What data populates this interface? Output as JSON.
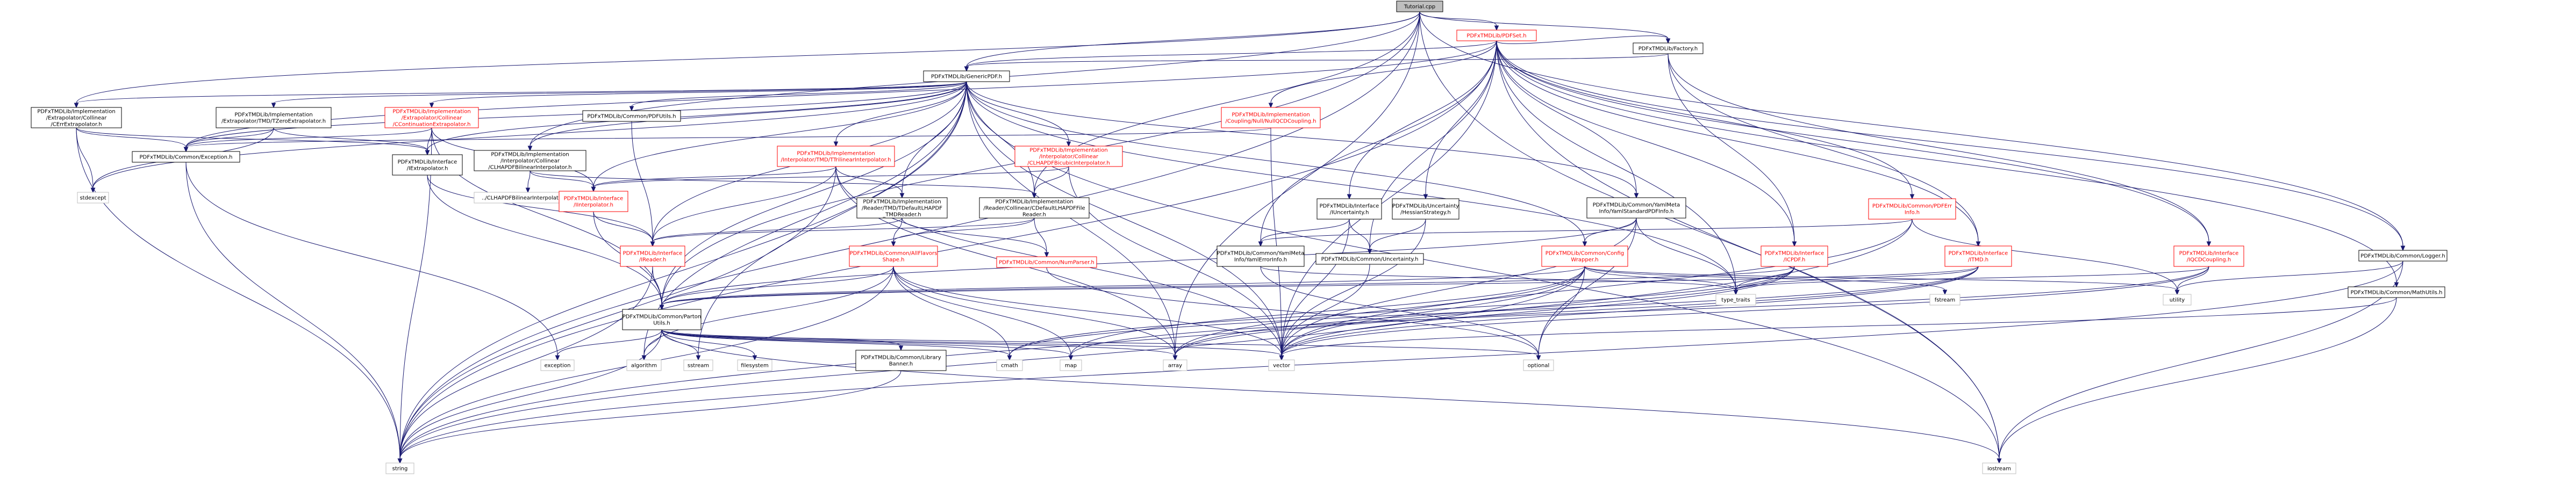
{
  "diagram": {
    "nodes": [
      {
        "id": "tutorial",
        "lines": [
          "Tutorial.cpp"
        ],
        "style": "root"
      },
      {
        "id": "pdfset",
        "lines": [
          "PDFxTMDLib/PDFSet.h"
        ],
        "style": "red"
      },
      {
        "id": "factory",
        "lines": [
          "PDFxTMDLib/Factory.h"
        ],
        "style": "normal"
      },
      {
        "id": "genericpdf",
        "lines": [
          "PDFxTMDLib/GenericPDF.h"
        ],
        "style": "normal"
      },
      {
        "id": "cerr",
        "lines": [
          "PDFxTMDLib/Implementation",
          "/Extrapolator/Collinear",
          "/CErrExtrapolator.h"
        ],
        "style": "normal"
      },
      {
        "id": "tmdzero",
        "lines": [
          "PDFxTMDLib/Implementation",
          "/Extrapolator/TMD/TZeroExtrapolator.h"
        ],
        "style": "normal"
      },
      {
        "id": "contextrap",
        "lines": [
          "PDFxTMDLib/Implementation",
          "/Extrapolator/Collinear",
          "/CContinuationExtrapolator.h"
        ],
        "style": "red"
      },
      {
        "id": "pdfutils",
        "lines": [
          "PDFxTMDLib/Common/PDFUtils.h"
        ],
        "style": "normal"
      },
      {
        "id": "nullcoupling",
        "lines": [
          "PDFxTMDLib/Implementation",
          "/Coupling/Null/NullQCDCoupling.h"
        ],
        "style": "red"
      },
      {
        "id": "clhapdfbilinear",
        "lines": [
          "PDFxTMDLib/Implementation",
          "/Interpolator/Collinear",
          "/CLHAPDFBilinearInterpolator.h"
        ],
        "style": "normal"
      },
      {
        "id": "tmdtrilinear",
        "lines": [
          "PDFxTMDLib/Implementation",
          "/Interpolator/TMD/TTrilinearInterpolator.h"
        ],
        "style": "red"
      },
      {
        "id": "clhapdfbicubic",
        "lines": [
          "PDFxTMDLib/Implementation",
          "/Interpolator/Collinear",
          "/CLHAPDFBicubicInterpolator.h"
        ],
        "style": "red"
      },
      {
        "id": "exception",
        "lines": [
          "PDFxTMDLib/Common/Exception.h"
        ],
        "style": "normal"
      },
      {
        "id": "iextrapolator",
        "lines": [
          "PDFxTMDLib/Interface",
          "/IExtrapolator.h"
        ],
        "style": "normal"
      },
      {
        "id": "bilineartpp",
        "lines": [
          "../CLHAPDFBilinearInterpolator.tpp"
        ],
        "style": "plain"
      },
      {
        "id": "iinterpolator",
        "lines": [
          "PDFxTMDLib/Interface",
          "/IInterpolator.h"
        ],
        "style": "red"
      },
      {
        "id": "tmdreader",
        "lines": [
          "PDFxTMDLib/Implementation",
          "/Reader/TMD/TDefaultLHAPDF",
          "_TMDReader.h"
        ],
        "style": "normal"
      },
      {
        "id": "cdefaultreader",
        "lines": [
          "PDFxTMDLib/Implementation",
          "/Reader/Collinear/CDefaultLHAPDFFile",
          "Reader.h"
        ],
        "style": "normal"
      },
      {
        "id": "iuncertainty",
        "lines": [
          "PDFxTMDLib/Interface",
          "/IUncertainty.h"
        ],
        "style": "normal"
      },
      {
        "id": "hessian",
        "lines": [
          "PDFxTMDLib/Uncertainty",
          "/HessianStrategy.h"
        ],
        "style": "normal"
      },
      {
        "id": "yamlstd",
        "lines": [
          "PDFxTMDLib/Common/YamlMeta",
          "Info/YamlStandardPDFInfo.h"
        ],
        "style": "normal"
      },
      {
        "id": "pdferr",
        "lines": [
          "PDFxTMDLib/Common/PDFErr",
          "Info.h"
        ],
        "style": "red"
      },
      {
        "id": "ireader",
        "lines": [
          "PDFxTMDLib/Interface",
          "/IReader.h"
        ],
        "style": "red"
      },
      {
        "id": "allflavors",
        "lines": [
          "PDFxTMDLib/Common/AllFlavors",
          "Shape.h"
        ],
        "style": "red"
      },
      {
        "id": "numparser",
        "lines": [
          "PDFxTMDLib/Common/NumParser.h"
        ],
        "style": "red"
      },
      {
        "id": "yamlerror",
        "lines": [
          "PDFxTMDLib/Common/YamlMeta",
          "Info/YamlErrorInfo.h"
        ],
        "style": "normal"
      },
      {
        "id": "uncertainty",
        "lines": [
          "PDFxTMDLib/Common/Uncertainty.h"
        ],
        "style": "normal"
      },
      {
        "id": "configwrapper",
        "lines": [
          "PDFxTMDLib/Common/Config",
          "Wrapper.h"
        ],
        "style": "red"
      },
      {
        "id": "icpdf",
        "lines": [
          "PDFxTMDLib/Interface",
          "/ICPDF.h"
        ],
        "style": "red"
      },
      {
        "id": "itmd",
        "lines": [
          "PDFxTMDLib/Interface",
          "/ITMD.h"
        ],
        "style": "red"
      },
      {
        "id": "iqcdcoupling",
        "lines": [
          "PDFxTMDLib/Interface",
          "/IQCDCoupling.h"
        ],
        "style": "red"
      },
      {
        "id": "logger",
        "lines": [
          "PDFxTMDLib/Common/Logger.h"
        ],
        "style": "normal"
      },
      {
        "id": "mathutils",
        "lines": [
          "PDFxTMDLib/Common/MathUtils.h"
        ],
        "style": "normal"
      },
      {
        "id": "partonutils",
        "lines": [
          "PDFxTMDLib/Common/Parton",
          "Utils.h"
        ],
        "style": "normal"
      },
      {
        "id": "librarybanner",
        "lines": [
          "PDFxTMDLib/Common/Library",
          "Banner.h"
        ],
        "style": "normal"
      },
      {
        "id": "stdexcept",
        "lines": [
          "stdexcept"
        ],
        "style": "plain"
      },
      {
        "id": "string",
        "lines": [
          "string"
        ],
        "style": "plain"
      },
      {
        "id": "exceptionstd",
        "lines": [
          "exception"
        ],
        "style": "plain"
      },
      {
        "id": "algorithm",
        "lines": [
          "algorithm"
        ],
        "style": "plain"
      },
      {
        "id": "sstream",
        "lines": [
          "sstream"
        ],
        "style": "plain"
      },
      {
        "id": "filesystem",
        "lines": [
          "filesystem"
        ],
        "style": "plain"
      },
      {
        "id": "cmath",
        "lines": [
          "cmath"
        ],
        "style": "plain"
      },
      {
        "id": "map",
        "lines": [
          "map"
        ],
        "style": "plain"
      },
      {
        "id": "array",
        "lines": [
          "array"
        ],
        "style": "plain"
      },
      {
        "id": "vector",
        "lines": [
          "vector"
        ],
        "style": "plain"
      },
      {
        "id": "optional",
        "lines": [
          "optional"
        ],
        "style": "plain"
      },
      {
        "id": "typetraits",
        "lines": [
          "type_traits"
        ],
        "style": "plain"
      },
      {
        "id": "fstream",
        "lines": [
          "fstream"
        ],
        "style": "plain"
      },
      {
        "id": "utility",
        "lines": [
          "utility"
        ],
        "style": "plain"
      },
      {
        "id": "iostream",
        "lines": [
          "iostream"
        ],
        "style": "plain"
      }
    ],
    "edges": [
      [
        "tutorial",
        "pdfset"
      ],
      [
        "tutorial",
        "factory"
      ],
      [
        "tutorial",
        "genericpdf"
      ],
      [
        "tutorial",
        "cerr"
      ],
      [
        "tutorial",
        "clhapdfbilinear"
      ],
      [
        "tutorial",
        "cdefaultreader"
      ],
      [
        "tutorial",
        "logger"
      ],
      [
        "tutorial",
        "iostream"
      ],
      [
        "tutorial",
        "string"
      ],
      [
        "tutorial",
        "array"
      ],
      [
        "tutorial",
        "partonutils"
      ],
      [
        "pdfset",
        "factory"
      ],
      [
        "pdfset",
        "genericpdf"
      ],
      [
        "pdfset",
        "nullcoupling"
      ],
      [
        "pdfset",
        "yamlstd"
      ],
      [
        "pdfset",
        "pdferr"
      ],
      [
        "pdfset",
        "iuncertainty"
      ],
      [
        "pdfset",
        "hessian"
      ],
      [
        "pdfset",
        "icpdf"
      ],
      [
        "pdfset",
        "itmd"
      ],
      [
        "pdfset",
        "iqcdcoupling"
      ],
      [
        "pdfset",
        "logger"
      ],
      [
        "pdfset",
        "mathutils"
      ],
      [
        "pdfset",
        "uncertainty"
      ],
      [
        "pdfset",
        "yamlerror"
      ],
      [
        "pdfset",
        "typetraits"
      ],
      [
        "pdfset",
        "vector"
      ],
      [
        "pdfset",
        "iostream"
      ],
      [
        "pdfset",
        "string"
      ],
      [
        "pdfset",
        "exception"
      ],
      [
        "factory",
        "genericpdf"
      ],
      [
        "factory",
        "icpdf"
      ],
      [
        "factory",
        "itmd"
      ],
      [
        "factory",
        "iqcdcoupling"
      ],
      [
        "genericpdf",
        "cerr"
      ],
      [
        "genericpdf",
        "tmdzero"
      ],
      [
        "genericpdf",
        "contextrap"
      ],
      [
        "genericpdf",
        "pdfutils"
      ],
      [
        "genericpdf",
        "clhapdfbilinear"
      ],
      [
        "genericpdf",
        "tmdtrilinear"
      ],
      [
        "genericpdf",
        "clhapdfbicubic"
      ],
      [
        "genericpdf",
        "tmdreader"
      ],
      [
        "genericpdf",
        "cdefaultreader"
      ],
      [
        "genericpdf",
        "yamlstd"
      ],
      [
        "genericpdf",
        "configwrapper"
      ],
      [
        "genericpdf",
        "iextrapolator"
      ],
      [
        "genericpdf",
        "iinterpolator"
      ],
      [
        "genericpdf",
        "ireader"
      ],
      [
        "genericpdf",
        "exception"
      ],
      [
        "genericpdf",
        "partonutils"
      ],
      [
        "genericpdf",
        "stdexcept"
      ],
      [
        "genericpdf",
        "string"
      ],
      [
        "genericpdf",
        "vector"
      ],
      [
        "genericpdf",
        "array"
      ],
      [
        "genericpdf",
        "typetraits"
      ],
      [
        "genericpdf",
        "iostream"
      ],
      [
        "genericpdf",
        "algorithm"
      ],
      [
        "genericpdf",
        "sstream"
      ],
      [
        "cerr",
        "exception"
      ],
      [
        "cerr",
        "iextrapolator"
      ],
      [
        "cerr",
        "stdexcept"
      ],
      [
        "cerr",
        "string"
      ],
      [
        "tmdzero",
        "exception"
      ],
      [
        "tmdzero",
        "iextrapolator"
      ],
      [
        "tmdzero",
        "stdexcept"
      ],
      [
        "contextrap",
        "iextrapolator"
      ],
      [
        "contextrap",
        "iinterpolator"
      ],
      [
        "contextrap",
        "exception"
      ],
      [
        "contextrap",
        "string"
      ],
      [
        "contextrap",
        "partonutils"
      ],
      [
        "pdfutils",
        "ireader"
      ],
      [
        "nullcoupling",
        "exception"
      ],
      [
        "nullcoupling",
        "vector"
      ],
      [
        "clhapdfbilinear",
        "bilineartpp"
      ],
      [
        "clhapdfbilinear",
        "iinterpolator"
      ],
      [
        "clhapdfbilinear",
        "cdefaultreader"
      ],
      [
        "tmdtrilinear",
        "iinterpolator"
      ],
      [
        "tmdtrilinear",
        "tmdreader"
      ],
      [
        "tmdtrilinear",
        "ireader"
      ],
      [
        "tmdtrilinear",
        "string"
      ],
      [
        "tmdtrilinear",
        "vector"
      ],
      [
        "tmdtrilinear",
        "array"
      ],
      [
        "clhapdfbicubic",
        "iinterpolator"
      ],
      [
        "clhapdfbicubic",
        "cdefaultreader"
      ],
      [
        "clhapdfbicubic",
        "vector"
      ],
      [
        "iextrapolator",
        "ireader"
      ],
      [
        "iextrapolator",
        "partonutils"
      ],
      [
        "iinterpolator",
        "ireader"
      ],
      [
        "iinterpolator",
        "partonutils"
      ],
      [
        "tmdreader",
        "ireader"
      ],
      [
        "tmdreader",
        "allflavors"
      ],
      [
        "tmdreader",
        "numparser"
      ],
      [
        "cdefaultreader",
        "ireader"
      ],
      [
        "cdefaultreader",
        "allflavors"
      ],
      [
        "cdefaultreader",
        "numparser"
      ],
      [
        "iuncertainty",
        "uncertainty"
      ],
      [
        "iuncertainty",
        "yamlerror"
      ],
      [
        "iuncertainty",
        "vector"
      ],
      [
        "hessian",
        "uncertainty"
      ],
      [
        "hessian",
        "vector"
      ],
      [
        "yamlstd",
        "configwrapper"
      ],
      [
        "yamlstd",
        "typetraits"
      ],
      [
        "yamlstd",
        "partonutils"
      ],
      [
        "yamlstd",
        "vector"
      ],
      [
        "yamlstd",
        "optional"
      ],
      [
        "pdferr",
        "yamlerror"
      ],
      [
        "pdferr",
        "utility"
      ],
      [
        "pdferr",
        "string"
      ],
      [
        "pdferr",
        "vector"
      ],
      [
        "ireader",
        "partonutils"
      ],
      [
        "ireader",
        "string"
      ],
      [
        "allflavors",
        "partonutils"
      ],
      [
        "allflavors",
        "vector"
      ],
      [
        "allflavors",
        "map"
      ],
      [
        "allflavors",
        "array"
      ],
      [
        "allflavors",
        "algorithm"
      ],
      [
        "allflavors",
        "string"
      ],
      [
        "allflavors",
        "cmath"
      ],
      [
        "numparser",
        "optional"
      ],
      [
        "yamlerror",
        "typetraits"
      ],
      [
        "yamlerror",
        "optional"
      ],
      [
        "uncertainty",
        "vector"
      ],
      [
        "configwrapper",
        "typetraits"
      ],
      [
        "configwrapper",
        "fstream"
      ],
      [
        "configwrapper",
        "optional"
      ],
      [
        "configwrapper",
        "utility"
      ],
      [
        "configwrapper",
        "string"
      ],
      [
        "configwrapper",
        "vector"
      ],
      [
        "configwrapper",
        "map"
      ],
      [
        "configwrapper",
        "array"
      ],
      [
        "configwrapper",
        "partonutils"
      ],
      [
        "icpdf",
        "partonutils"
      ],
      [
        "icpdf",
        "typetraits"
      ],
      [
        "icpdf",
        "vector"
      ],
      [
        "icpdf",
        "array"
      ],
      [
        "icpdf",
        "cmath"
      ],
      [
        "itmd",
        "partonutils"
      ],
      [
        "itmd",
        "typetraits"
      ],
      [
        "itmd",
        "vector"
      ],
      [
        "itmd",
        "array"
      ],
      [
        "itmd",
        "cmath"
      ],
      [
        "iqcdcoupling",
        "utility"
      ],
      [
        "iqcdcoupling",
        "typetraits"
      ],
      [
        "iqcdcoupling",
        "vector"
      ],
      [
        "iqcdcoupling",
        "map"
      ],
      [
        "logger",
        "iostream"
      ],
      [
        "logger",
        "utility"
      ],
      [
        "logger",
        "string"
      ],
      [
        "mathutils",
        "vector"
      ],
      [
        "mathutils",
        "iostream"
      ],
      [
        "partonutils",
        "exceptionstd"
      ],
      [
        "partonutils",
        "algorithm"
      ],
      [
        "partonutils",
        "sstream"
      ],
      [
        "partonutils",
        "filesystem"
      ],
      [
        "partonutils",
        "cmath"
      ],
      [
        "partonutils",
        "map"
      ],
      [
        "partonutils",
        "array"
      ],
      [
        "partonutils",
        "vector"
      ],
      [
        "partonutils",
        "optional"
      ],
      [
        "partonutils",
        "librarybanner"
      ],
      [
        "partonutils",
        "string"
      ],
      [
        "partonutils",
        "iostream"
      ],
      [
        "librarybanner",
        "string"
      ],
      [
        "exception",
        "string"
      ],
      [
        "exception",
        "exceptionstd"
      ]
    ]
  }
}
